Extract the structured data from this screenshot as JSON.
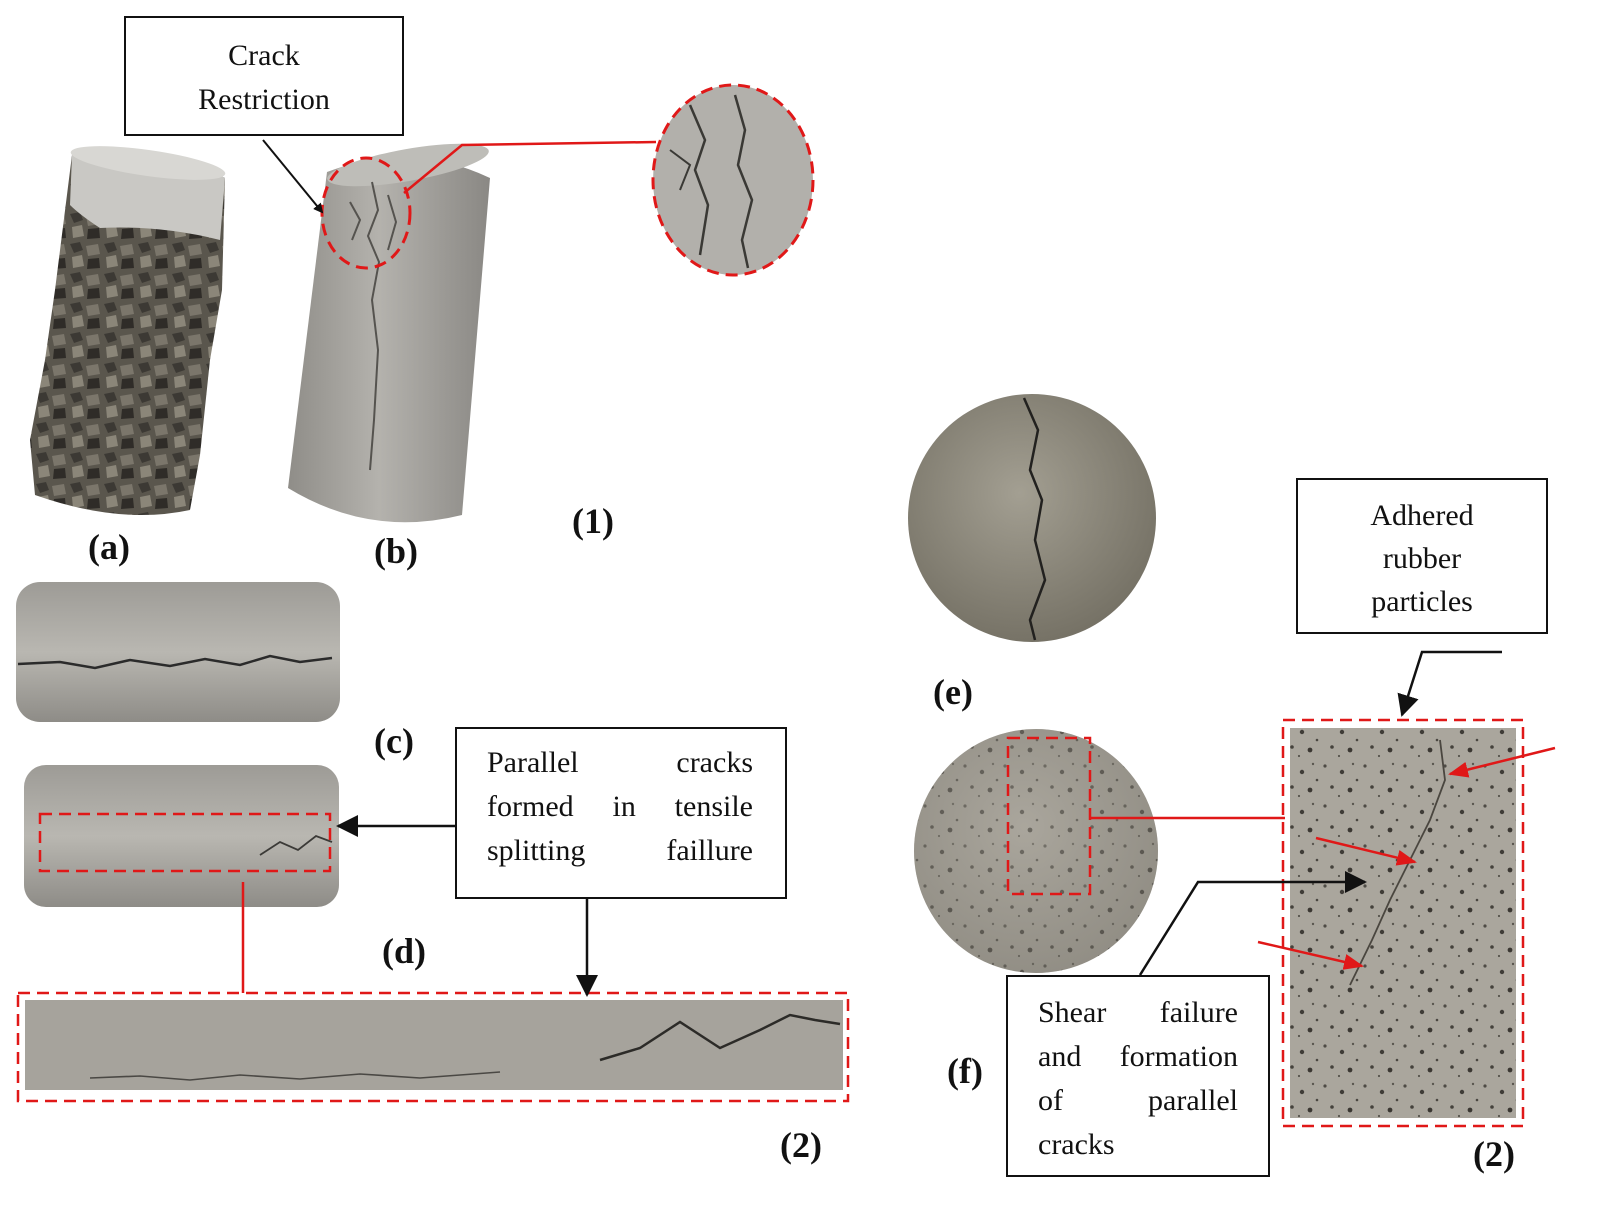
{
  "callouts": {
    "crack_restriction": [
      "Crack",
      "Restriction"
    ],
    "parallel_cracks": [
      "Parallel cracks",
      "formed in tensile",
      "splitting faillure"
    ],
    "adhered_rubber": [
      "Adhered",
      "rubber",
      "particles"
    ],
    "shear_failure": [
      "Shear failure",
      "and formation",
      "of parallel",
      "cracks"
    ]
  },
  "labels": {
    "a": "(a)",
    "b": "(b)",
    "c": "(c)",
    "d": "(d)",
    "e": "(e)",
    "f": "(f)",
    "group1": "(1)",
    "group2_left": "(2)",
    "group2_right": "(2)"
  },
  "colors": {
    "highlight": "#e01818",
    "concrete": "#a9a7a2",
    "concrete_dark": "#5f5e5a",
    "crack": "#2b2b2b"
  }
}
